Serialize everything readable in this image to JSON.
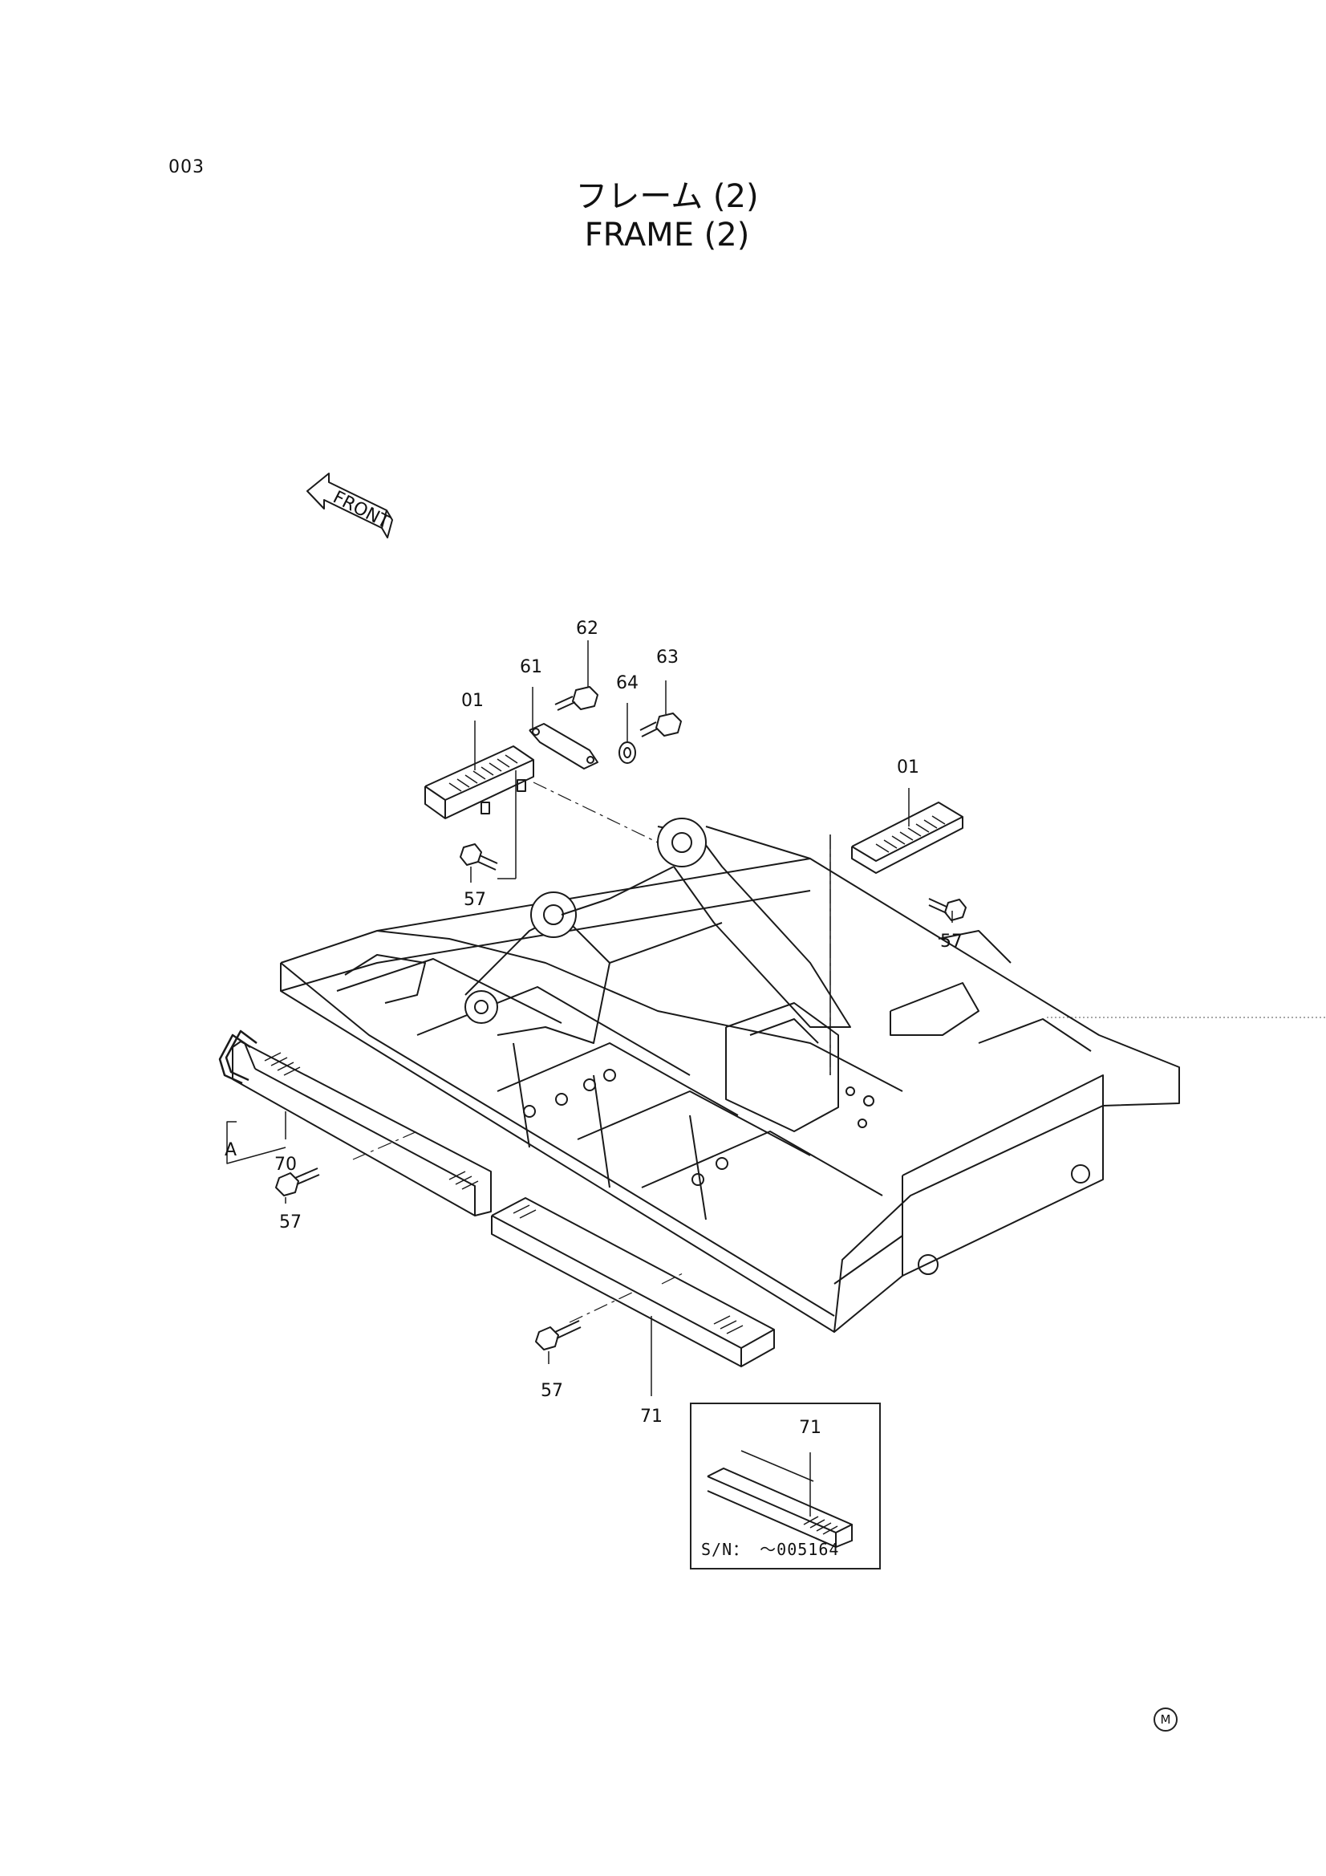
{
  "header": {
    "page_number": "003",
    "title_jp": "フレーム (2)",
    "title_en": "FRAME (2)"
  },
  "front_arrow": {
    "label": "FRONT"
  },
  "callouts": {
    "c62": "62",
    "c61": "61",
    "c63": "63",
    "c64": "64",
    "c01_left": "01",
    "c01_right": "01",
    "c57_upper_left": "57",
    "c57_upper_right": "57",
    "c57_left": "57",
    "c57_bottom": "57",
    "cA": "A",
    "c70": "70",
    "c71": "71"
  },
  "inset": {
    "callout": "71",
    "serial_note": "S/N： ～005164"
  },
  "corner_mark": "M"
}
